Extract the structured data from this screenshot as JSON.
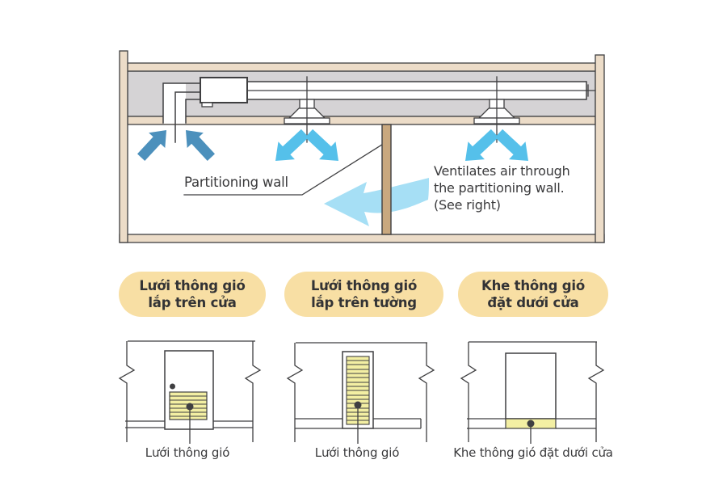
{
  "top": {
    "partition_label": "Partitioning wall",
    "note_lines": [
      "Ventilates air through",
      "the partitioning wall.",
      "(See right)"
    ]
  },
  "panels": [
    {
      "callout": [
        "Lưới thông gió",
        "lắp trên cửa"
      ],
      "caption": "Lưới thông gió"
    },
    {
      "callout": [
        "Lưới thông gió",
        "lắp trên tường"
      ],
      "caption": "Lưới thông gió"
    },
    {
      "callout": [
        "Khe thông gió",
        "đặt dưới cửa"
      ],
      "caption": "Khe thông gió đặt dưới cửa"
    }
  ],
  "colors": {
    "wall_fill": "#ECDCC8",
    "partition_fill": "#C9A87F",
    "plenum_fill": "#D5D3D5",
    "line": "#3F3F41",
    "dark_blue": "#4C90BC",
    "light_blue": "#55C0EA",
    "pale_blue": "#A6DFF5",
    "grille_yellow": "#F3EFA3",
    "callout_fill": "#F8DFA4",
    "text": "#3A3A3C"
  }
}
